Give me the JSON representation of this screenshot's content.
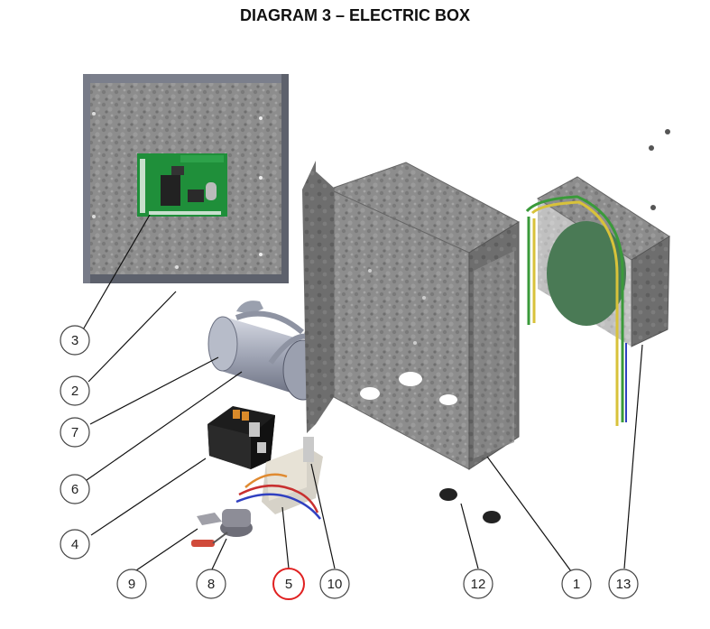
{
  "title": "DIAGRAM 3 – ELECTRIC BOX",
  "callouts": [
    {
      "id": "3",
      "label": "3"
    },
    {
      "id": "2",
      "label": "2"
    },
    {
      "id": "7",
      "label": "7"
    },
    {
      "id": "6",
      "label": "6"
    },
    {
      "id": "4",
      "label": "4"
    },
    {
      "id": "9",
      "label": "9"
    },
    {
      "id": "8",
      "label": "8"
    },
    {
      "id": "5",
      "label": "5",
      "highlighted": true
    },
    {
      "id": "10",
      "label": "10"
    },
    {
      "id": "12",
      "label": "12"
    },
    {
      "id": "1",
      "label": "1"
    },
    {
      "id": "13",
      "label": "13"
    }
  ],
  "colors": {
    "highlight": "#e02020",
    "metal": "#8a8a8a",
    "metal_dark": "#5e5e5e",
    "pcb": "#1f8f3a",
    "wire_yellow": "#d8c23a",
    "wire_green": "#3a9a3a",
    "wire_red": "#c83030",
    "wire_blue": "#3040c0"
  }
}
